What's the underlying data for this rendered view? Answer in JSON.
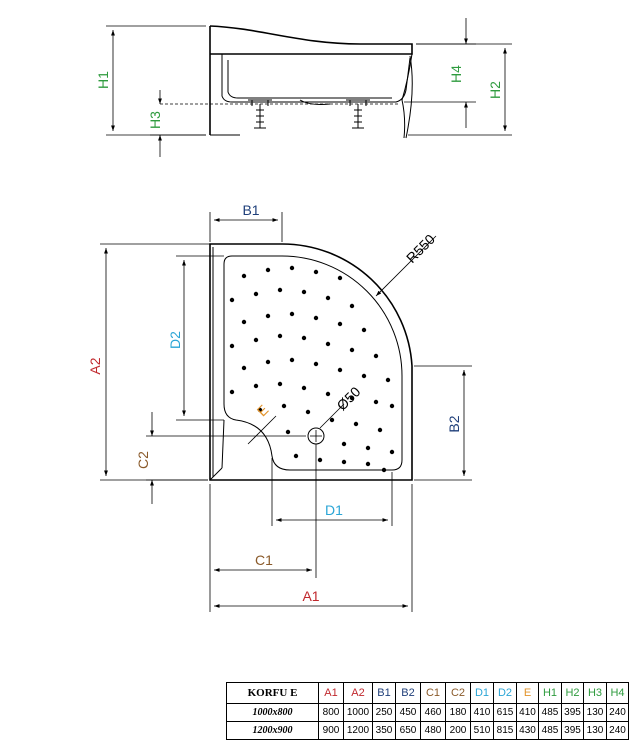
{
  "colors": {
    "red": "#c0282d",
    "navy": "#1f3f7a",
    "brown": "#8a5a2a",
    "cyan": "#2aa5d6",
    "orange": "#e2932a",
    "green": "#2e9b3e"
  },
  "labels": {
    "H1": "H1",
    "H2": "H2",
    "H3": "H3",
    "H4": "H4",
    "A1": "A1",
    "A2": "A2",
    "B1": "B1",
    "B2": "B2",
    "C1": "C1",
    "C2": "C2",
    "D1": "D1",
    "D2": "D2",
    "E": "E",
    "R": "R550",
    "drain": "Ø50"
  },
  "table": {
    "model": "KORFU E",
    "headers": [
      "A1",
      "A2",
      "B1",
      "B2",
      "C1",
      "C2",
      "D1",
      "D2",
      "E",
      "H1",
      "H2",
      "H3",
      "H4"
    ],
    "header_colors": [
      "red",
      "red",
      "navy",
      "navy",
      "brown",
      "brown",
      "cyan",
      "cyan",
      "orange",
      "green",
      "green",
      "green",
      "green"
    ],
    "rows": [
      {
        "size": "1000x800",
        "values": [
          "800",
          "1000",
          "250",
          "450",
          "460",
          "180",
          "410",
          "615",
          "410",
          "485",
          "395",
          "130",
          "240"
        ]
      },
      {
        "size": "1200x900",
        "values": [
          "900",
          "1200",
          "350",
          "650",
          "480",
          "200",
          "510",
          "815",
          "430",
          "485",
          "395",
          "130",
          "240"
        ]
      }
    ]
  }
}
